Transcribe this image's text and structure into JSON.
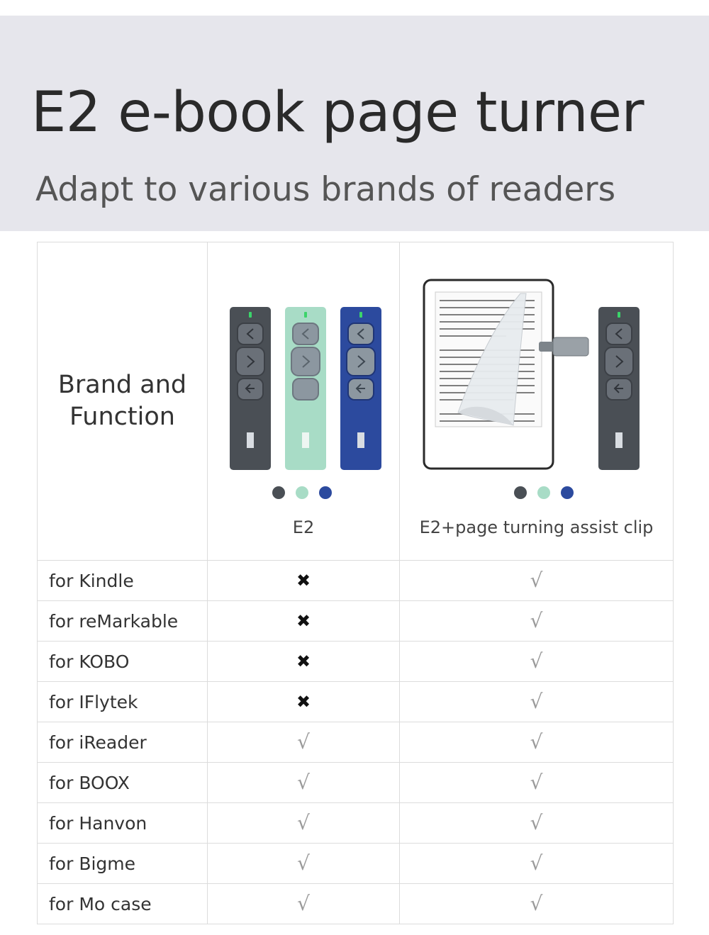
{
  "header": {
    "title": "E2 e-book page turner",
    "subtitle": "Adapt to various brands of readers"
  },
  "table": {
    "corner_label_line1": "Brand and",
    "corner_label_line2": "Function",
    "columns": [
      {
        "label": "E2",
        "dot_colors": [
          "#4a4f55",
          "#a8dcc6",
          "#2c4a9e"
        ]
      },
      {
        "label": "E2+page turning assist clip",
        "dot_colors": [
          "#4a4f55",
          "#a8dcc6",
          "#2c4a9e"
        ]
      }
    ],
    "rows": [
      {
        "brand": "for Kindle",
        "e2": "✖",
        "clip": "√"
      },
      {
        "brand": "for reMarkable",
        "e2": "✖",
        "clip": "√"
      },
      {
        "brand": "for KOBO",
        "e2": "✖",
        "clip": "√"
      },
      {
        "brand": "for IFlytek",
        "e2": "✖",
        "clip": "√"
      },
      {
        "brand": "for iReader",
        "e2": "√",
        "clip": "√"
      },
      {
        "brand": "for BOOX",
        "e2": "√",
        "clip": "√"
      },
      {
        "brand": "for Hanvon",
        "e2": "√",
        "clip": "√"
      },
      {
        "brand": "for Bigme",
        "e2": "√",
        "clip": "√"
      },
      {
        "brand": "for Mo case",
        "e2": "√",
        "clip": "√"
      }
    ]
  },
  "icons": {
    "remote": "page-turner-remote-icon",
    "ereader": "ereader-device-icon",
    "clip": "assist-clip-icon"
  }
}
